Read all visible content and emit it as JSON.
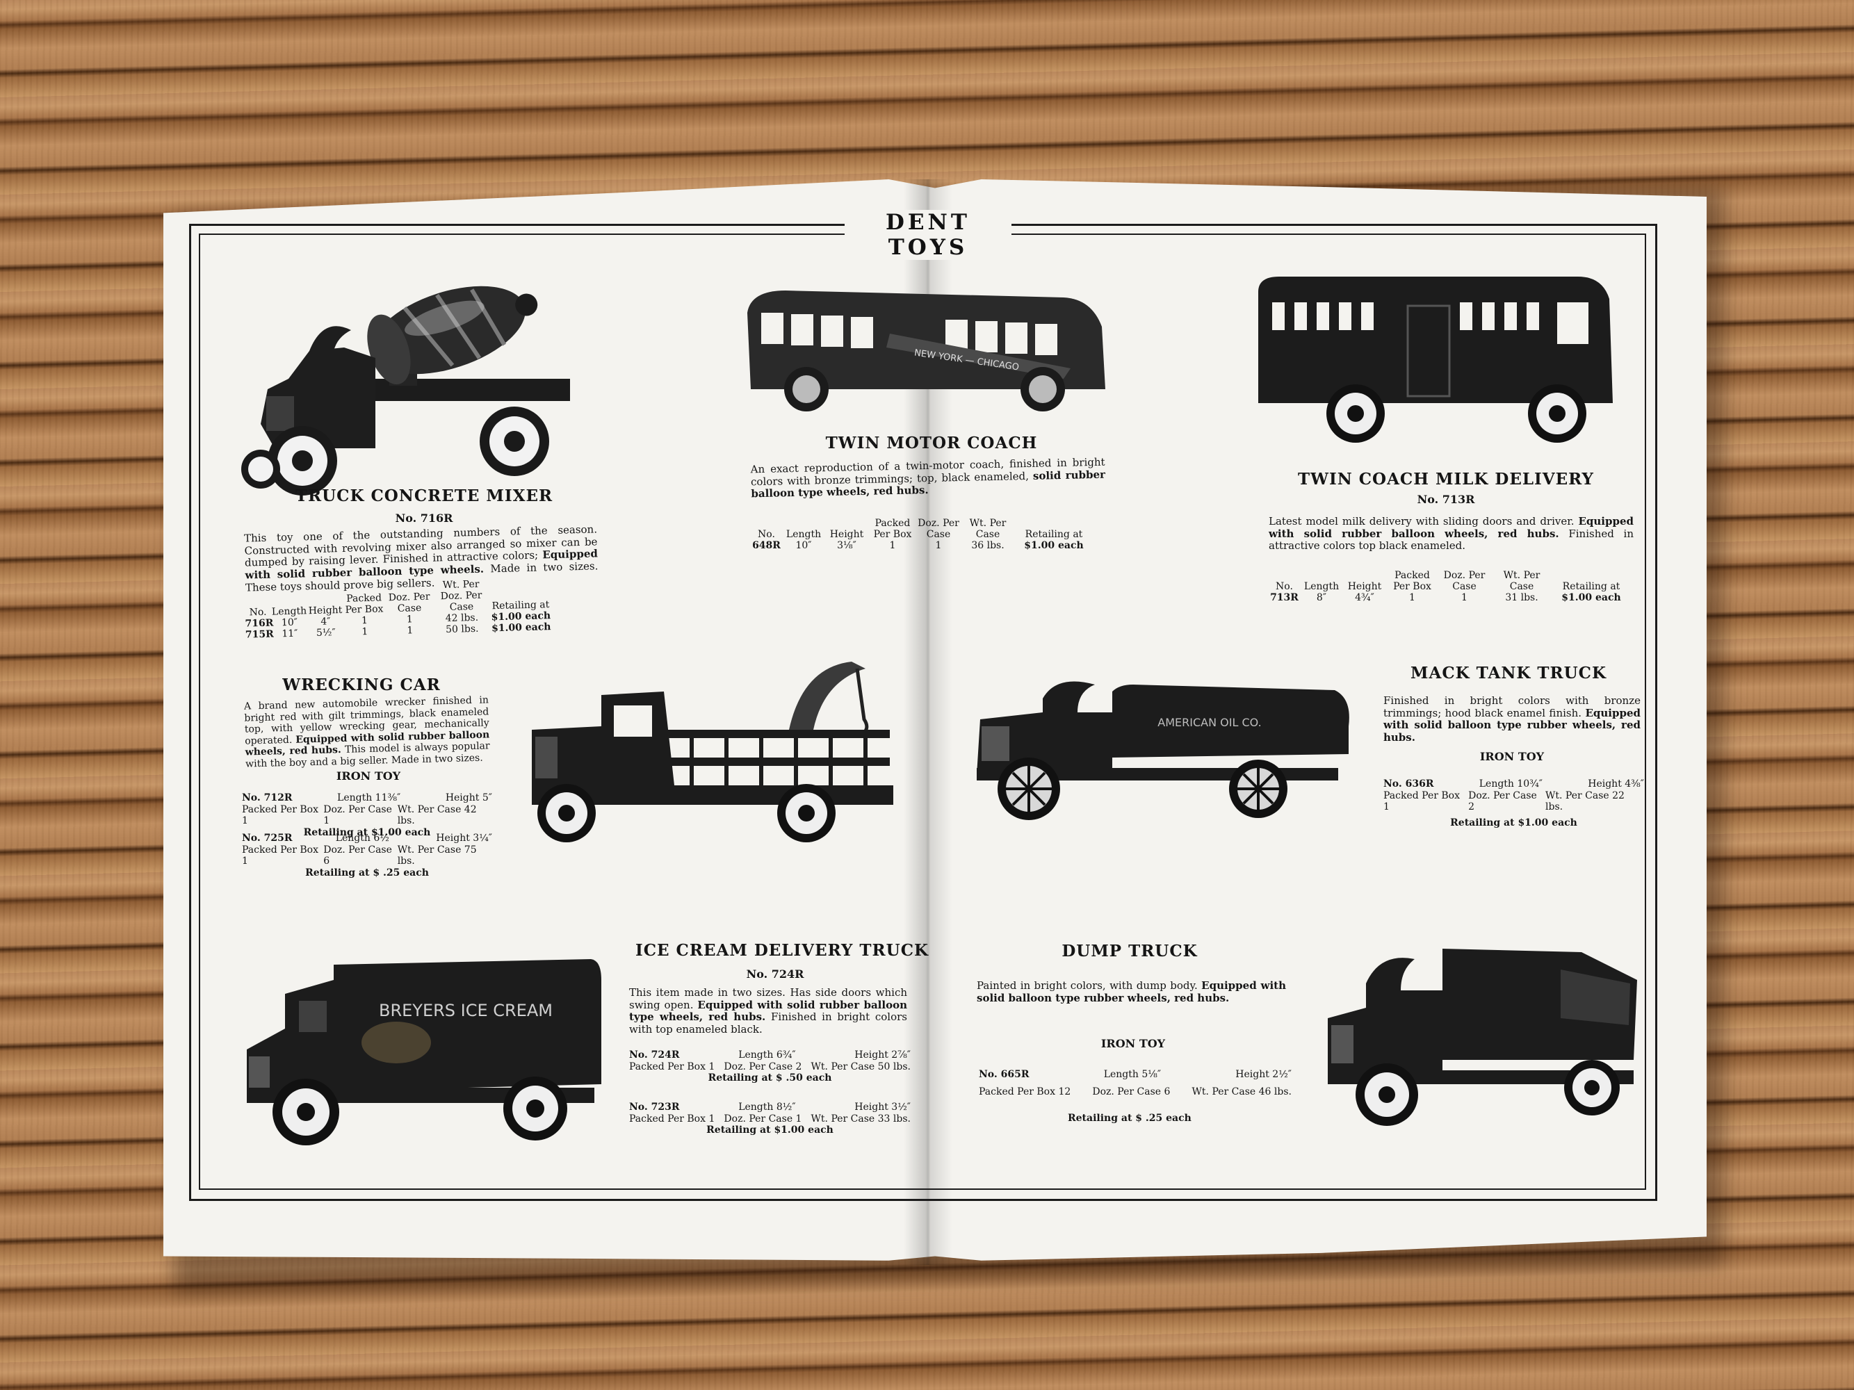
{
  "header": "DENT TOYS",
  "concrete_mixer": {
    "title": "TRUCK CONCRETE MIXER",
    "number": "No. 716R",
    "desc_1": "This toy one of the outstanding numbers of the season. Constructed with revolving mixer also arranged so mixer can be dumped by raising lever. Finished in attractive colors;",
    "desc_bold": "Equipped with solid rubber balloon type wheels.",
    "desc_2": "Made in two sizes. These toys should prove big sellers.",
    "columns": [
      "No.",
      "Length",
      "Height",
      "Packed Per Box",
      "Doz. Per Case",
      "Wt. Per Doz. Per Case",
      "Retailing at"
    ],
    "rows": [
      [
        "716R",
        "10″",
        "4″",
        "1",
        "1",
        "42 lbs.",
        "$1.00 each"
      ],
      [
        "715R",
        "11″",
        "5½″",
        "1",
        "1",
        "50 lbs.",
        "$1.00 each"
      ]
    ]
  },
  "motor_coach": {
    "title": "TWIN MOTOR COACH",
    "desc_1": "An exact reproduction of a twin-motor coach, finished in bright colors with bronze trimmings; top, black enameled,",
    "desc_bold": "solid rubber balloon type wheels, red hubs.",
    "columns": [
      "No.",
      "Length",
      "Height",
      "Packed Per Box",
      "Doz. Per Case",
      "Wt. Per Case",
      "Retailing at"
    ],
    "row": [
      "648R",
      "10″",
      "3⅛″",
      "1",
      "1",
      "36 lbs.",
      "$1.00 each"
    ],
    "sign": "NEW YORK — CHICAGO"
  },
  "milk_delivery": {
    "title": "TWIN COACH MILK DELIVERY",
    "number": "No. 713R",
    "desc_1": "Latest model milk delivery with sliding doors and driver.",
    "desc_bold": "Equipped with solid rubber balloon wheels, red hubs.",
    "desc_2": "Finished in attractive colors top black enameled.",
    "columns": [
      "No.",
      "Length",
      "Height",
      "Packed Per Box",
      "Doz. Per Case",
      "Wt. Per Case",
      "Retailing at"
    ],
    "row": [
      "713R",
      "8″",
      "4¾″",
      "1",
      "1",
      "31 lbs.",
      "$1.00 each"
    ]
  },
  "wrecking_car": {
    "title": "WRECKING CAR",
    "desc_1": "A brand new automobile wrecker finished in bright red with gilt trimmings, black enameled top, with yellow wrecking gear, mechanically operated.",
    "desc_bold": "Equipped with solid rubber balloon wheels, red hubs.",
    "desc_2": "This model is always popular with the boy and a big seller. Made in two sizes.",
    "iron": "IRON TOY",
    "a_no": "No. 712R",
    "a_len": "Length 11⅜″",
    "a_ht": "Height 5″",
    "a_box": "Packed Per Box 1",
    "a_doz": "Doz. Per Case 1",
    "a_wt": "Wt. Per Case 42 lbs.",
    "a_ret": "Retailing at $1.00 each",
    "b_no": "No. 725R",
    "b_len": "Length 6½″",
    "b_ht": "Height 3¼″",
    "b_box": "Packed Per Box 1",
    "b_doz": "Doz. Per Case 6",
    "b_wt": "Wt. Per Case 75 lbs.",
    "b_ret": "Retailing at $ .25 each"
  },
  "tank_truck": {
    "title": "MACK TANK TRUCK",
    "desc_1": "Finished in bright colors with bronze trimmings; hood black enamel finish.",
    "desc_bold": "Equipped with solid balloon type rubber wheels, red hubs.",
    "iron": "IRON TOY",
    "no": "No. 636R",
    "len": "Length 10¾″",
    "ht": "Height 4⅜″",
    "box": "Packed Per Box 1",
    "doz": "Doz. Per Case 2",
    "wt": "Wt. Per Case 22 lbs.",
    "ret": "Retailing at $1.00 each",
    "tank_label": "AMERICAN OIL CO."
  },
  "ice_cream": {
    "title": "ICE CREAM DELIVERY TRUCK",
    "number": "No. 724R",
    "desc_1": "This item made in two sizes. Has side doors which swing open.",
    "desc_bold": "Equipped with solid rubber balloon type wheels, red hubs.",
    "desc_2": "Finished in bright colors with top enameled black.",
    "a_no": "No. 724R",
    "a_len": "Length 6¾″",
    "a_ht": "Height 2⅞″",
    "a_box": "Packed Per Box 1",
    "a_doz": "Doz. Per Case 2",
    "a_wt": "Wt. Per Case 50 lbs.",
    "a_ret": "Retailing at $ .50 each",
    "b_no": "No. 723R",
    "b_len": "Length 8½″",
    "b_ht": "Height 3½″",
    "b_box": "Packed Per Box 1",
    "b_doz": "Doz. Per Case 1",
    "b_wt": "Wt. Per Case 33 lbs.",
    "b_ret": "Retailing at $1.00 each",
    "side_label": "BREYERS ICE CREAM"
  },
  "dump_truck": {
    "title": "DUMP TRUCK",
    "desc_1": "Painted in bright colors, with dump body.",
    "desc_bold": "Equipped with solid balloon type rubber wheels, red hubs.",
    "iron": "IRON TOY",
    "no": "No. 665R",
    "len": "Length 5⅛″",
    "ht": "Height 2½″",
    "box": "Packed Per Box 12",
    "doz": "Doz. Per Case 6",
    "wt": "Wt. Per Case 46 lbs.",
    "ret": "Retailing at $ .25 each"
  }
}
